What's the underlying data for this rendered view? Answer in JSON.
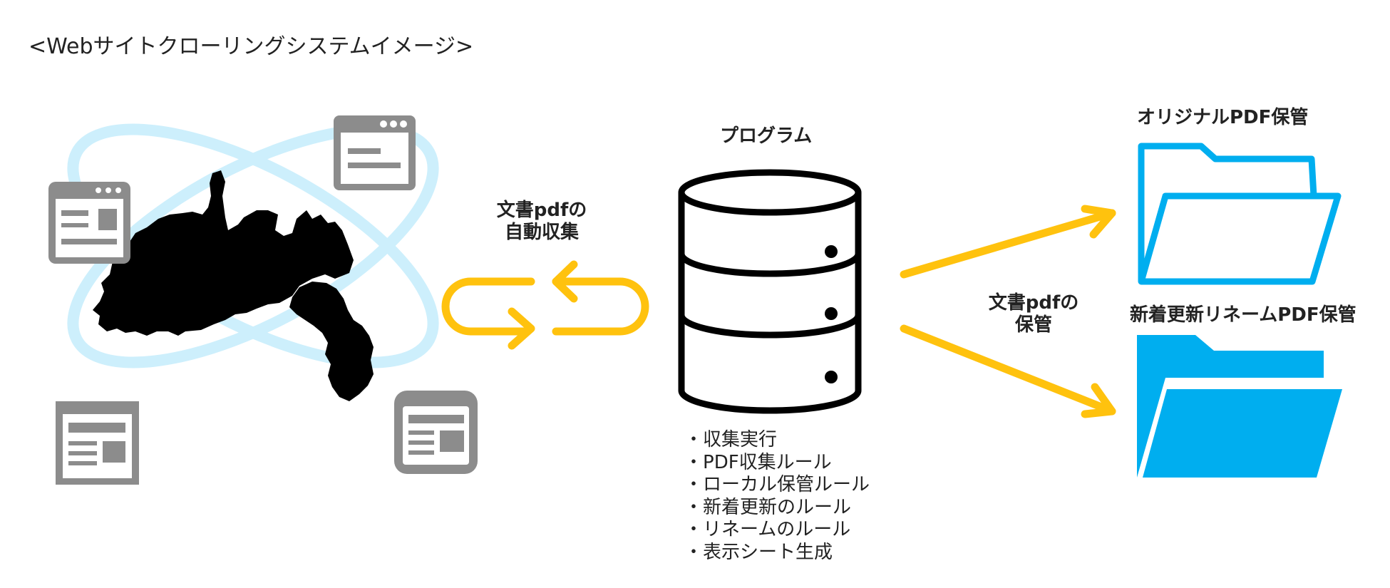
{
  "title": "<Webサイトクローリングシステムイメージ>",
  "crawl_label": {
    "line1": "文書pdfの",
    "line2": "自動収集"
  },
  "program_label": "プログラム",
  "store_label": {
    "line1": "文書pdfの",
    "line2": "保管"
  },
  "folder_original_label": "オリジナルPDF保管",
  "folder_renamed_label": "新着更新リネームPDF保管",
  "program_features": [
    "収集実行",
    "PDF収集ルール",
    "ローカル保管ルール",
    "新着更新のルール",
    "リネームのルール",
    "表示シート生成"
  ],
  "colors": {
    "accent_yellow": "#FFC20E",
    "folder_blue": "#00AEEF",
    "orbit_light_blue": "#CDEFFC",
    "icon_gray": "#8C8C8C",
    "map_black": "#000000"
  },
  "icons": [
    "browser-window-icon",
    "shizuoka-map-silhouette",
    "cycle-arrows-icon",
    "database-server-icon",
    "folder-outline-icon",
    "folder-filled-icon",
    "arrow-right-icon"
  ]
}
